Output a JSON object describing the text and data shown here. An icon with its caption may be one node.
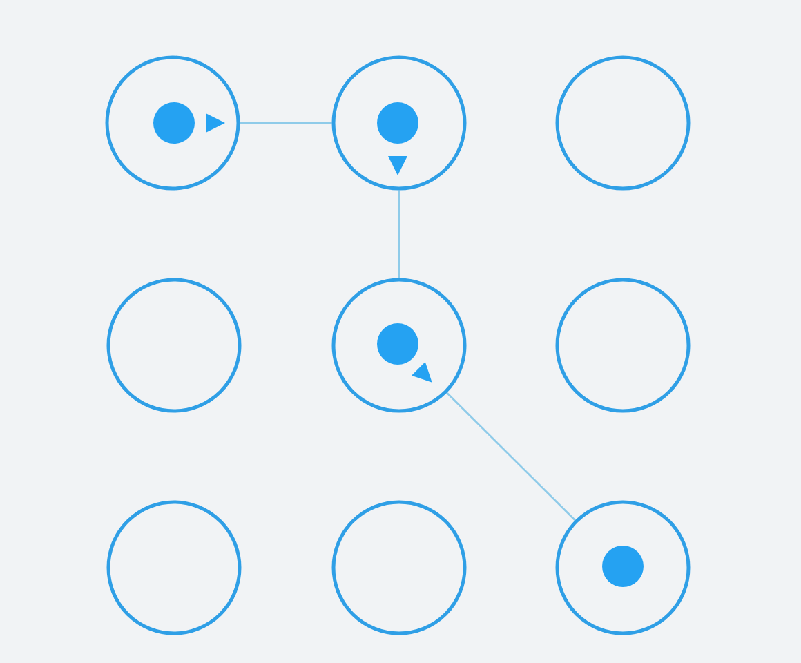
{
  "diagram": {
    "nodes": [
      {
        "text": [],
        "shape": "circle"
      },
      {
        "text": [],
        "shape": "dot",
        "in": 0
      },
      {
        "text": [],
        "shape": "triangle",
        "in": 0
      },
      {
        "text": [],
        "shape": "circle"
      },
      {
        "text": [],
        "shape": "dot",
        "in": 3
      },
      {
        "text": [],
        "shape": "triangle",
        "in": 3
      },
      {
        "text": [],
        "shape": "circle"
      },
      {
        "text": [],
        "shape": "circle"
      },
      {
        "text": [],
        "shape": "circle"
      },
      {
        "text": [],
        "shape": "dot",
        "in": 8
      },
      {
        "text": [],
        "shape": "triangle",
        "in": 8
      },
      {
        "text": [],
        "shape": "circle"
      },
      {
        "text": [],
        "shape": "circle"
      },
      {
        "text": [],
        "shape": "circle"
      },
      {
        "text": [],
        "shape": "circle"
      },
      {
        "text": [],
        "shape": "dot",
        "in": 14
      }
    ],
    "edges": [
      {
        "from": 0,
        "to": 3,
        "arrow": "none"
      },
      {
        "from": 3,
        "to": 8,
        "arrow": "none"
      },
      {
        "from": 8,
        "to": 14,
        "arrow": "none"
      }
    ]
  }
}
